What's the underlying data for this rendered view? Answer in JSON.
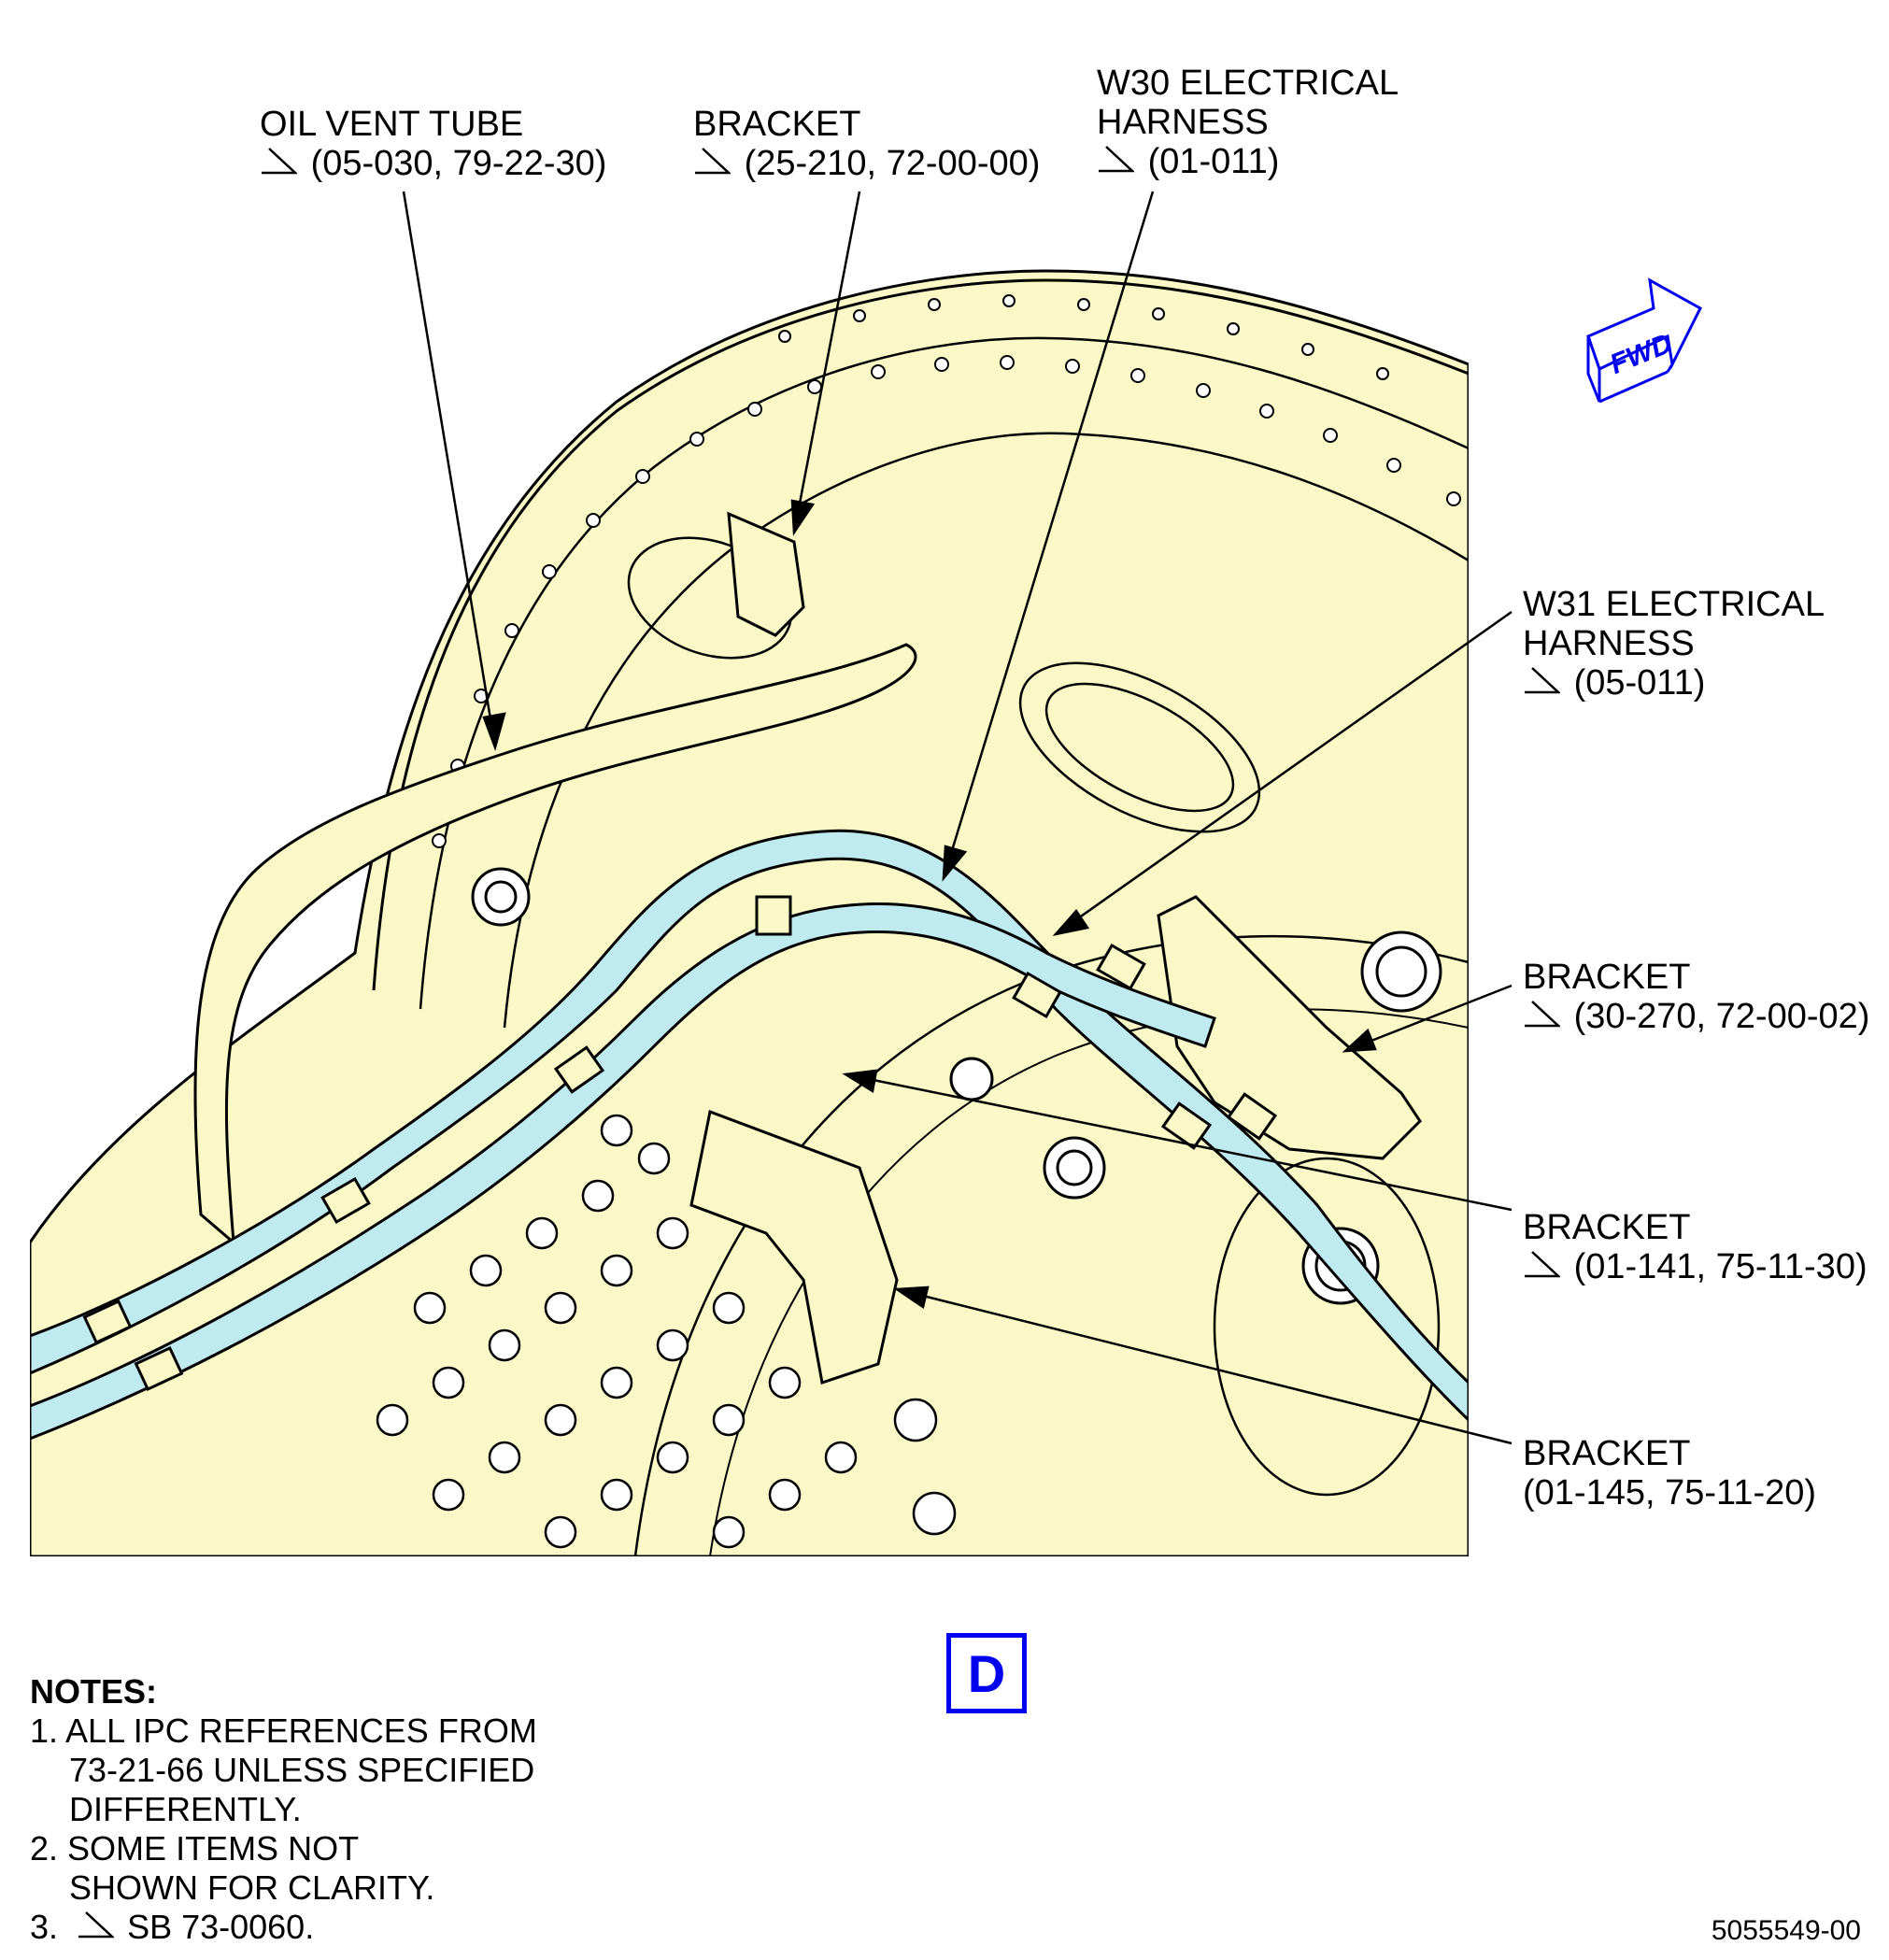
{
  "callouts": {
    "oil_vent_tube": {
      "title": "OIL VENT TUBE",
      "ref": "(05-030, 79-22-30)"
    },
    "bracket_top": {
      "title": "BRACKET",
      "ref": "(25-210, 72-00-00)"
    },
    "w30_harness": {
      "title_line1": "W30 ELECTRICAL",
      "title_line2": "HARNESS",
      "ref": "(01-011)"
    },
    "w31_harness": {
      "title_line1": "W31 ELECTRICAL",
      "title_line2": "HARNESS",
      "ref": "(05-011)"
    },
    "bracket_30_270": {
      "title": "BRACKET",
      "ref": "(30-270, 72-00-02)"
    },
    "bracket_01_141": {
      "title": "BRACKET",
      "ref": "(01-141, 75-11-30)"
    },
    "bracket_01_145": {
      "title": "BRACKET",
      "ref": "(01-145, 75-11-20)"
    }
  },
  "fwd_label": "FWD",
  "view_label": "D",
  "notes": {
    "header": "NOTES:",
    "items": [
      {
        "number": "1.",
        "line1": "ALL IPC REFERENCES FROM",
        "line2": "73-21-66 UNLESS SPECIFIED",
        "line3": "DIFFERENTLY."
      },
      {
        "number": "2.",
        "line1": "SOME ITEMS NOT",
        "line2": "SHOWN FOR CLARITY."
      },
      {
        "number": "3.",
        "line1": "SB 73-0060."
      }
    ]
  },
  "drawing_number": "5055549-00",
  "colors": {
    "part_fill": "#fbf8c8",
    "harness_fill": "#bfeaf0",
    "line": "#000000",
    "accent_blue": "#0000ee"
  }
}
